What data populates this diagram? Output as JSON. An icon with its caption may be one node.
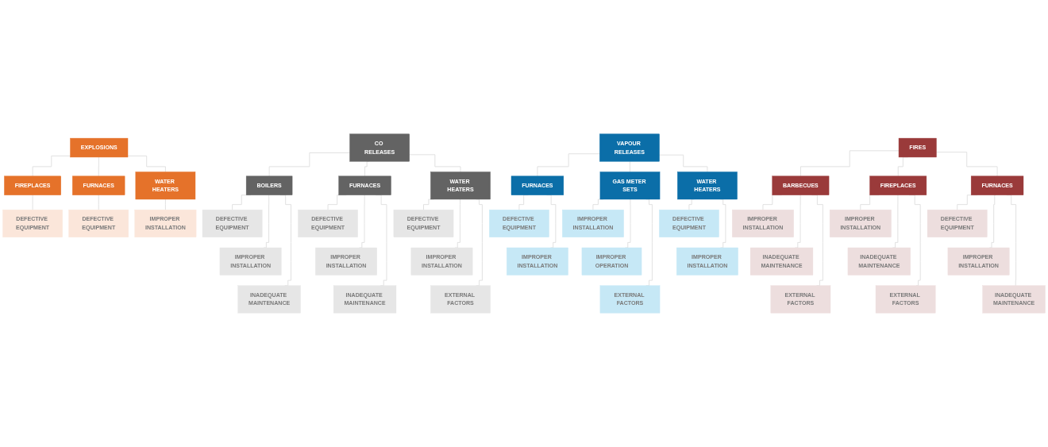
{
  "diagram": {
    "nodes": [
      {
        "text": [
          "CO RELEASES"
        ]
      },
      {
        "text": [
          "EXPLOSIONS"
        ]
      },
      {
        "text": [
          "FIRES"
        ]
      },
      {
        "text": [
          "VAPOUR RELEASES"
        ]
      },
      {
        "text": [
          "BOILERS"
        ]
      },
      {
        "text": [
          "FURNACES"
        ]
      },
      {
        "text": [
          "WATER HEATERS"
        ]
      },
      {
        "text": [
          "FIREPLACES"
        ]
      },
      {
        "text": [
          "FURNACES"
        ]
      },
      {
        "text": [
          "WATER HEATERS"
        ]
      },
      {
        "text": [
          "BARBECUES"
        ]
      },
      {
        "text": [
          "FIREPLACES"
        ]
      },
      {
        "text": [
          "FURNACES"
        ]
      },
      {
        "text": [
          "FURNACES"
        ]
      },
      {
        "text": [
          "GAS METER SETS"
        ]
      },
      {
        "text": [
          "WATER HEATERS"
        ]
      },
      {
        "text": [
          "DEFECTIVE EQUIPMENT"
        ]
      },
      {
        "text": [
          "IMPROPER INSTALLATION"
        ]
      },
      {
        "text": [
          "INADEQUATE MAINTENANCE"
        ]
      },
      {
        "text": [
          "DEFECTIVE EQUIPMENT"
        ]
      },
      {
        "text": [
          "IMPROPER INSTALLATION"
        ]
      },
      {
        "text": [
          "INADEQUATE MAINTENANCE"
        ]
      },
      {
        "text": [
          "DEFECTIVE EQUIPMENT"
        ]
      },
      {
        "text": [
          "IMPROPER INSTALLATION"
        ]
      },
      {
        "text": [
          "EXTERNAL FACTORS"
        ]
      },
      {
        "text": [
          "DEFECTIVE EQUIPMENT"
        ]
      },
      {
        "text": [
          "DEFECTIVE EQUIPMENT"
        ]
      },
      {
        "text": [
          "IMPROPER INSTALLATION"
        ]
      },
      {
        "text": [
          "IMPROPER INSTALLATION"
        ]
      },
      {
        "text": [
          "INADEQUATE MAINTENANCE"
        ]
      },
      {
        "text": [
          "EXTERNAL FACTORS"
        ]
      },
      {
        "text": [
          "IMPROPER INSTALLATION"
        ]
      },
      {
        "text": [
          "INADEQUATE MAINTENANCE"
        ]
      },
      {
        "text": [
          "EXTERNAL FACTORS"
        ]
      },
      {
        "text": [
          "DEFECTIVE EQUIPMENT"
        ]
      },
      {
        "text": [
          "IMPROPER INSTALLATION"
        ]
      },
      {
        "text": [
          "INADEQUATE MAINTENANCE"
        ]
      },
      {
        "text": [
          "DEFECTIVE EQUIPMENT"
        ]
      },
      {
        "text": [
          "IMPROPER INSTALLATION"
        ]
      },
      {
        "text": [
          "IMPROPER INSTALLATION"
        ]
      },
      {
        "text": [
          "IMPROPER OPERATION"
        ]
      },
      {
        "text": [
          "EXTERNAL FACTORS"
        ]
      },
      {
        "text": [
          "DEFECTIVE EQUIPMENT"
        ]
      },
      {
        "text": [
          "IMPROPER INSTALLATION"
        ]
      }
    ],
    "edges": [
      {
        "from": 0,
        "to": 4,
        "arrow": "none"
      },
      {
        "from": 0,
        "to": 5,
        "arrow": "none"
      },
      {
        "from": 0,
        "to": 6,
        "arrow": "none"
      },
      {
        "from": 1,
        "to": 7,
        "arrow": "none"
      },
      {
        "from": 1,
        "to": 8,
        "arrow": "none"
      },
      {
        "from": 1,
        "to": 9,
        "arrow": "none"
      },
      {
        "from": 2,
        "to": 10,
        "arrow": "none"
      },
      {
        "from": 2,
        "to": 11,
        "arrow": "none"
      },
      {
        "from": 2,
        "to": 12,
        "arrow": "none"
      },
      {
        "from": 3,
        "to": 13,
        "arrow": "none"
      },
      {
        "from": 3,
        "to": 14,
        "arrow": "none"
      },
      {
        "from": 3,
        "to": 15,
        "arrow": "none"
      },
      {
        "from": 4,
        "to": 16,
        "arrow": "none"
      },
      {
        "from": 4,
        "to": 17,
        "arrow": "none"
      },
      {
        "from": 4,
        "to": 18,
        "arrow": "none"
      },
      {
        "from": 5,
        "to": 19,
        "arrow": "none"
      },
      {
        "from": 5,
        "to": 20,
        "arrow": "none"
      },
      {
        "from": 5,
        "to": 21,
        "arrow": "none"
      },
      {
        "from": 6,
        "to": 22,
        "arrow": "none"
      },
      {
        "from": 6,
        "to": 23,
        "arrow": "none"
      },
      {
        "from": 6,
        "to": 24,
        "arrow": "none"
      },
      {
        "from": 7,
        "to": 25,
        "arrow": "none"
      },
      {
        "from": 8,
        "to": 26,
        "arrow": "none"
      },
      {
        "from": 9,
        "to": 27,
        "arrow": "none"
      },
      {
        "from": 10,
        "to": 28,
        "arrow": "none"
      },
      {
        "from": 10,
        "to": 29,
        "arrow": "none"
      },
      {
        "from": 10,
        "to": 30,
        "arrow": "none"
      },
      {
        "from": 11,
        "to": 31,
        "arrow": "none"
      },
      {
        "from": 11,
        "to": 32,
        "arrow": "none"
      },
      {
        "from": 11,
        "to": 33,
        "arrow": "none"
      },
      {
        "from": 12,
        "to": 34,
        "arrow": "none"
      },
      {
        "from": 12,
        "to": 35,
        "arrow": "none"
      },
      {
        "from": 12,
        "to": 36,
        "arrow": "none"
      },
      {
        "from": 13,
        "to": 37,
        "arrow": "none"
      },
      {
        "from": 13,
        "to": 38,
        "arrow": "none"
      },
      {
        "from": 14,
        "to": 39,
        "arrow": "none"
      },
      {
        "from": 14,
        "to": 40,
        "arrow": "none"
      },
      {
        "from": 14,
        "to": 41,
        "arrow": "none"
      },
      {
        "from": 15,
        "to": 42,
        "arrow": "none"
      },
      {
        "from": 15,
        "to": 43,
        "arrow": "none"
      }
    ]
  }
}
